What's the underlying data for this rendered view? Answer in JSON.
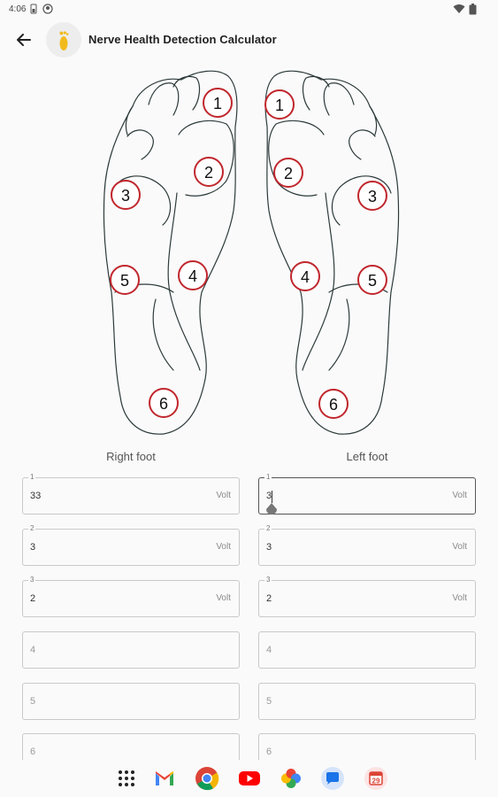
{
  "status": {
    "time": "4:06"
  },
  "app": {
    "title": "Nerve Health Detection Calculator"
  },
  "feet": {
    "right_heading": "Right foot",
    "left_heading": "Left foot",
    "points": [
      "1",
      "2",
      "3",
      "4",
      "5",
      "6"
    ]
  },
  "fields": {
    "unit": "Volt",
    "right": [
      {
        "label": "1",
        "value": "33"
      },
      {
        "label": "2",
        "value": "3"
      },
      {
        "label": "3",
        "value": "2"
      },
      {
        "placeholder": "4"
      },
      {
        "placeholder": "5"
      },
      {
        "placeholder": "6"
      }
    ],
    "left": [
      {
        "label": "1",
        "value": "3"
      },
      {
        "label": "2",
        "value": "3"
      },
      {
        "label": "3",
        "value": "2"
      },
      {
        "placeholder": "4"
      },
      {
        "placeholder": "5"
      },
      {
        "placeholder": "6"
      }
    ]
  },
  "taskbar": {
    "icons": [
      "app-drawer-icon",
      "gmail-icon",
      "chrome-icon",
      "youtube-icon",
      "photos-icon",
      "messages-icon",
      "calendar-icon"
    ],
    "calendar_day": "29"
  },
  "colors": {
    "marker": "#c0272d",
    "foot_outline": "#2d3a3a"
  }
}
